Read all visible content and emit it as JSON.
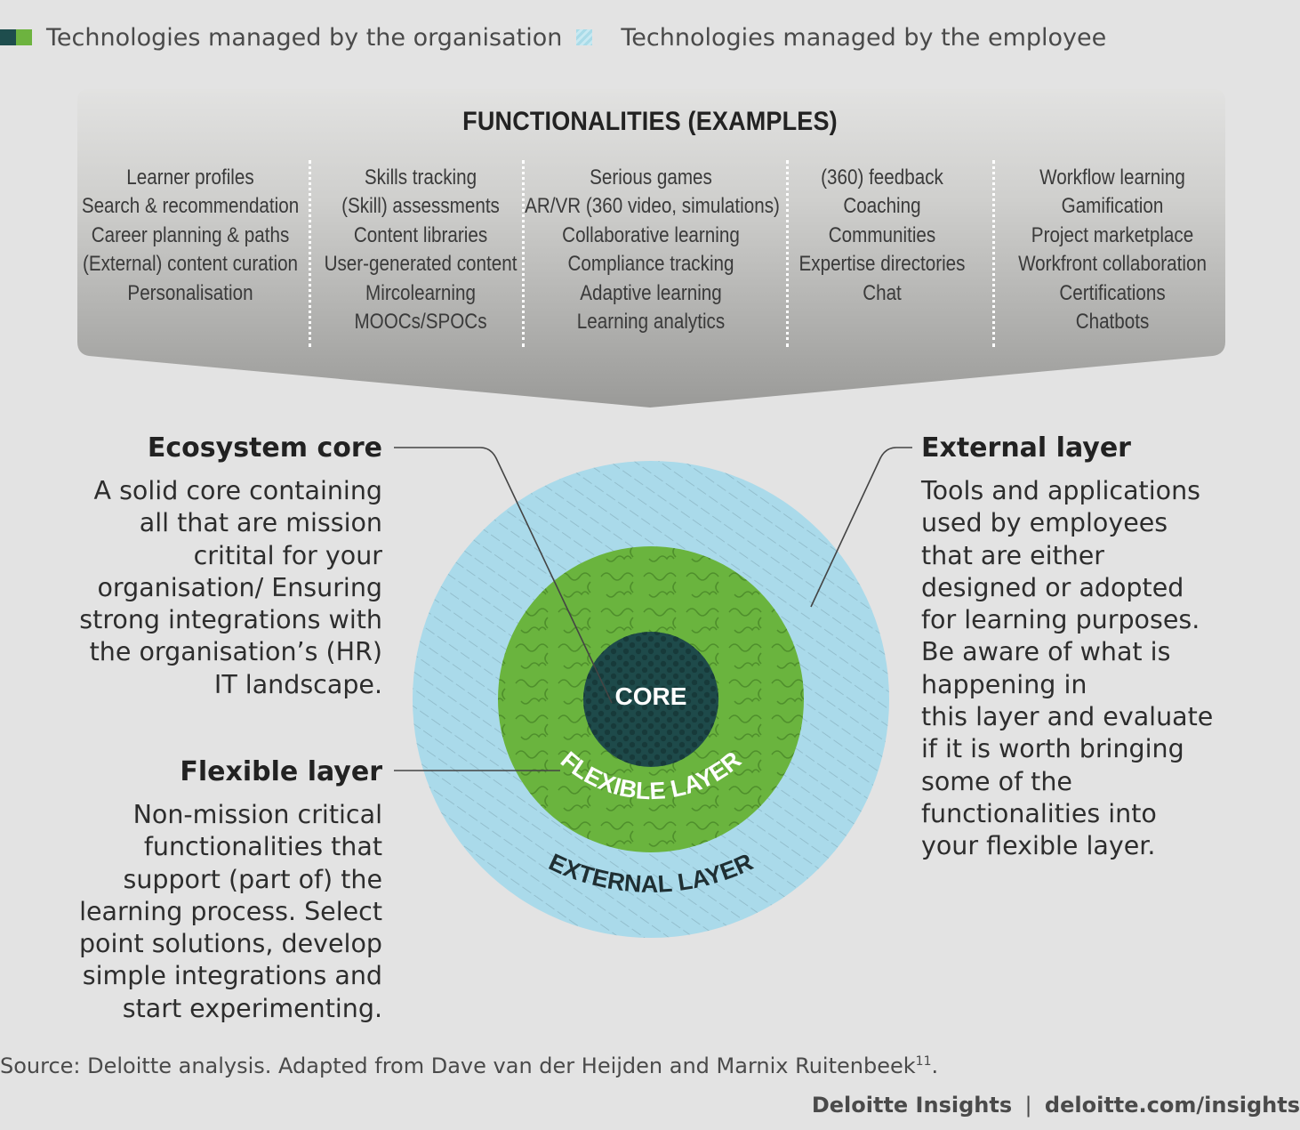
{
  "legend": {
    "organisation": "Technologies managed by the organisation",
    "employee": "Technologies managed by the employee"
  },
  "functionalities": {
    "title": "FUNCTIONALITIES (EXAMPLES)",
    "columns": [
      [
        "Learner profiles",
        "Search & recommendation",
        "Career planning & paths",
        "(External) content curation",
        "Personalisation"
      ],
      [
        "Skills tracking",
        "(Skill) assessments",
        "Content libraries",
        "User-generated content",
        "Mircolearning",
        "MOOCs/SPOCs"
      ],
      [
        "Serious games",
        "AR/VR (360 video, simulations)",
        "Collaborative learning",
        "Compliance tracking",
        "Adaptive learning",
        "Learning analytics"
      ],
      [
        "(360) feedback",
        "Coaching",
        "Communities",
        "Expertise directories",
        "Chat"
      ],
      [
        "Workflow learning",
        "Gamification",
        "Project marketplace",
        "Workfront collaboration",
        "Certifications",
        "Chatbots"
      ]
    ]
  },
  "rings": {
    "core": "CORE",
    "flexible": "FLEXIBLE LAYER",
    "external": "EXTERNAL LAYER",
    "colors": {
      "core": "#1e4a4a",
      "flexible": "#6ab43e",
      "external": "#aadaea"
    }
  },
  "ecosystem_core": {
    "title": "Ecosystem core",
    "lines": [
      "A solid core containing",
      "all that are mission",
      "critital for your",
      "organisation/ Ensuring",
      "strong integrations with",
      "the organisation’s (HR)",
      "IT landscape."
    ]
  },
  "flexible_layer": {
    "title": "Flexible layer",
    "lines": [
      "Non-mission critical",
      "functionalities that",
      "support (part of) the",
      "learning process. Select",
      "point solutions, develop",
      "simple integrations and",
      "start experimenting."
    ]
  },
  "external_layer": {
    "title": "External layer",
    "lines": [
      "Tools and applications",
      "used by employees",
      "that are either",
      "designed or adopted",
      "for learning purposes.",
      "Be aware of what is",
      "happening in",
      "this layer and evaluate",
      "if it is worth bringing",
      "some of the",
      "functionalities into",
      "your flexible layer."
    ]
  },
  "footer": {
    "source": "Source: Deloitte analysis. Adapted from Dave van der Heijden and Marnix Ruitenbeek",
    "source_note": "11",
    "source_end": ".",
    "brand": "Deloitte Insights",
    "separator": "|",
    "url": "deloitte.com/insights"
  }
}
